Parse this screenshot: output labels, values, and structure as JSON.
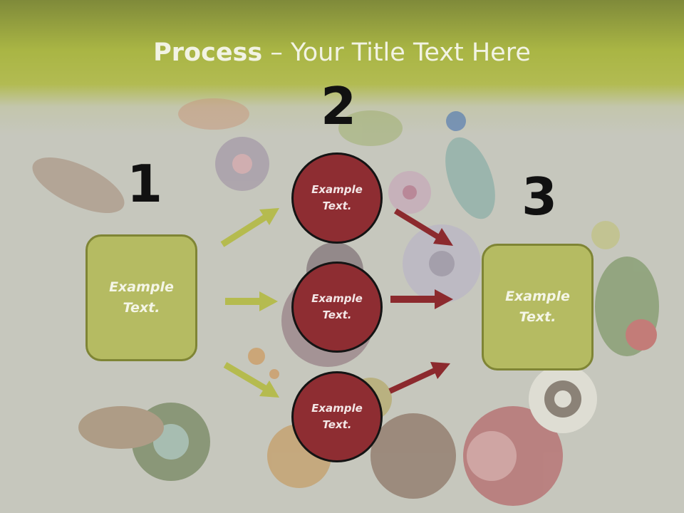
{
  "slide": {
    "title_bold": "Process",
    "title_rest": " – Your Title Text Here"
  },
  "steps": [
    {
      "number": "1",
      "text": "Example Text."
    },
    {
      "number": "2",
      "text": ""
    },
    {
      "number": "3",
      "text": "Example Text."
    }
  ],
  "circles": [
    {
      "text": "Example Text."
    },
    {
      "text": "Example Text."
    },
    {
      "text": "Example Text."
    }
  ],
  "colors": {
    "header": "#a9b544",
    "box_fill": "#b5bb62",
    "box_border": "#7f8535",
    "circle_fill": "#8e2d32",
    "green_arrow": "#b5bb4f",
    "red_arrow": "#8c2a2e",
    "background": "#c6c7bd"
  }
}
